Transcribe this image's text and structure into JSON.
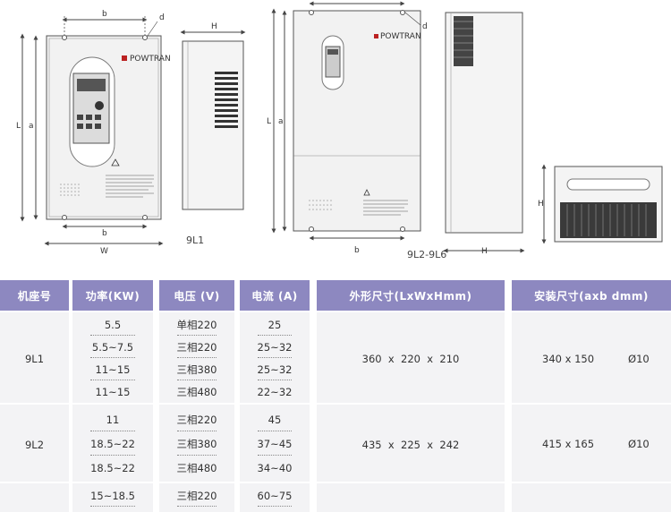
{
  "drawings": {
    "labels": {
      "b": "b",
      "d": "d",
      "H": "H",
      "L": "L",
      "a": "a",
      "W": "W"
    },
    "brand": "POWTRAN",
    "caption_9l1": "9L1",
    "caption_9l2": "9L2-9L6"
  },
  "table": {
    "headers": {
      "frame": "机座号",
      "power": "功率(KW)",
      "voltage": "电压 (V)",
      "current": "电流 (A)",
      "outer": "外形尺寸(LxWxHmm)",
      "mount": "安装尺寸(axb dmm)"
    },
    "groups": [
      {
        "frame": "9L1",
        "power": [
          "5.5",
          "5.5~7.5",
          "11~15",
          "11~15"
        ],
        "voltage": [
          "单相220",
          "三相220",
          "三相380",
          "三相480"
        ],
        "current": [
          "25",
          "25~32",
          "25~32",
          "22~32"
        ],
        "outer": "360  x  220  x  210",
        "mount_ab": "340 x 150",
        "mount_d": "Ø10"
      },
      {
        "frame": "9L2",
        "power": [
          "11",
          "18.5~22",
          "18.5~22"
        ],
        "voltage": [
          "三相220",
          "三相380",
          "三相480"
        ],
        "current": [
          "45",
          "37~45",
          "34~40"
        ],
        "outer": "435  x  225  x  242",
        "mount_ab": "415 x 165",
        "mount_d": "Ø10"
      },
      {
        "frame": "",
        "power": [
          "15~18.5"
        ],
        "voltage": [
          "三相220"
        ],
        "current": [
          "60~75"
        ],
        "outer": "",
        "mount_ab": "",
        "mount_d": ""
      }
    ]
  }
}
